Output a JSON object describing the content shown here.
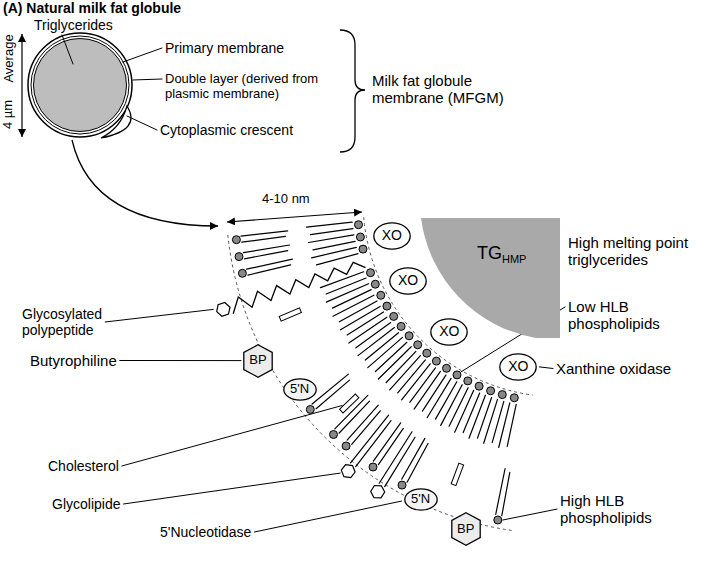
{
  "diagram": {
    "title": "(A) Natural milk fat globule",
    "nodes": [
      {
        "text": [
          "TG",
          "HMP"
        ]
      },
      {
        "text": [
          "XO"
        ]
      },
      {
        "text": [
          "XO"
        ]
      },
      {
        "text": [
          "XO"
        ]
      },
      {
        "text": [
          "XO"
        ]
      },
      {
        "text": [
          "BP"
        ]
      },
      {
        "text": [
          "5'N"
        ]
      },
      {
        "text": [
          "5'N"
        ]
      },
      {
        "text": [
          "BP"
        ]
      }
    ],
    "labels": [
      "Triglycerides",
      "Primary membrane",
      "Double layer (derived from plasmic membrane)",
      "Cytoplasmic crescent",
      "Average",
      "4 µm",
      "Milk fat globule membrane (MFGM)",
      "4-10 nm",
      "High melting point triglycerides",
      "Glycosylated polypeptide",
      "Low HLB phospholipids",
      "Butyrophiline",
      "Xanthine oxidase",
      "Cholesterol",
      "Glycolipide",
      "High HLB phospholipids",
      "5'Nucleotidase"
    ]
  }
}
